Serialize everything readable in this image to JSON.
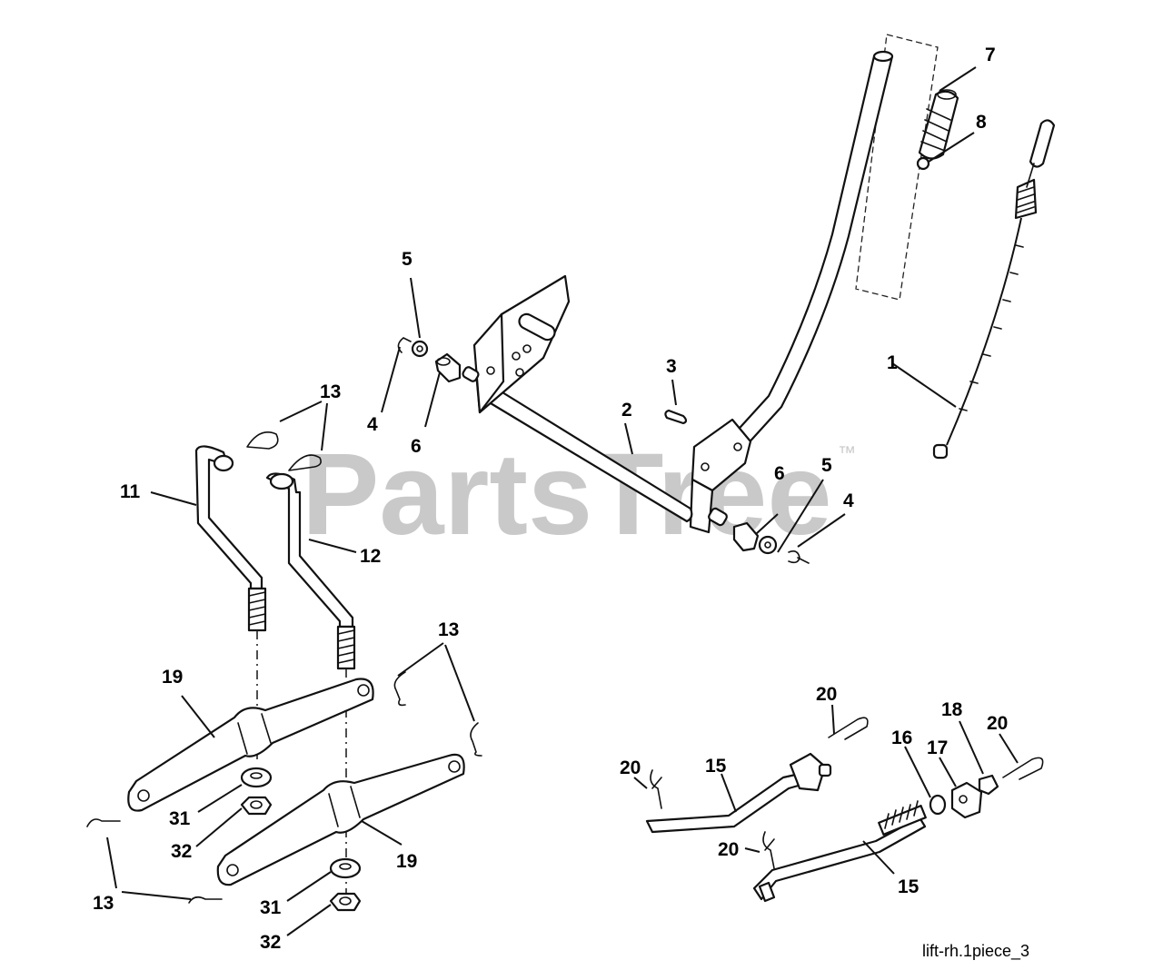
{
  "watermark": {
    "text": "PartsTree",
    "trademark": "™"
  },
  "reference": "lift-rh.1piece_3",
  "callouts": [
    "1",
    "2",
    "3",
    "4",
    "4",
    "5",
    "5",
    "6",
    "6",
    "7",
    "8",
    "11",
    "12",
    "13",
    "13",
    "13",
    "15",
    "15",
    "16",
    "17",
    "18",
    "19",
    "19",
    "20",
    "20",
    "20",
    "20",
    "31",
    "31",
    "32",
    "32"
  ]
}
